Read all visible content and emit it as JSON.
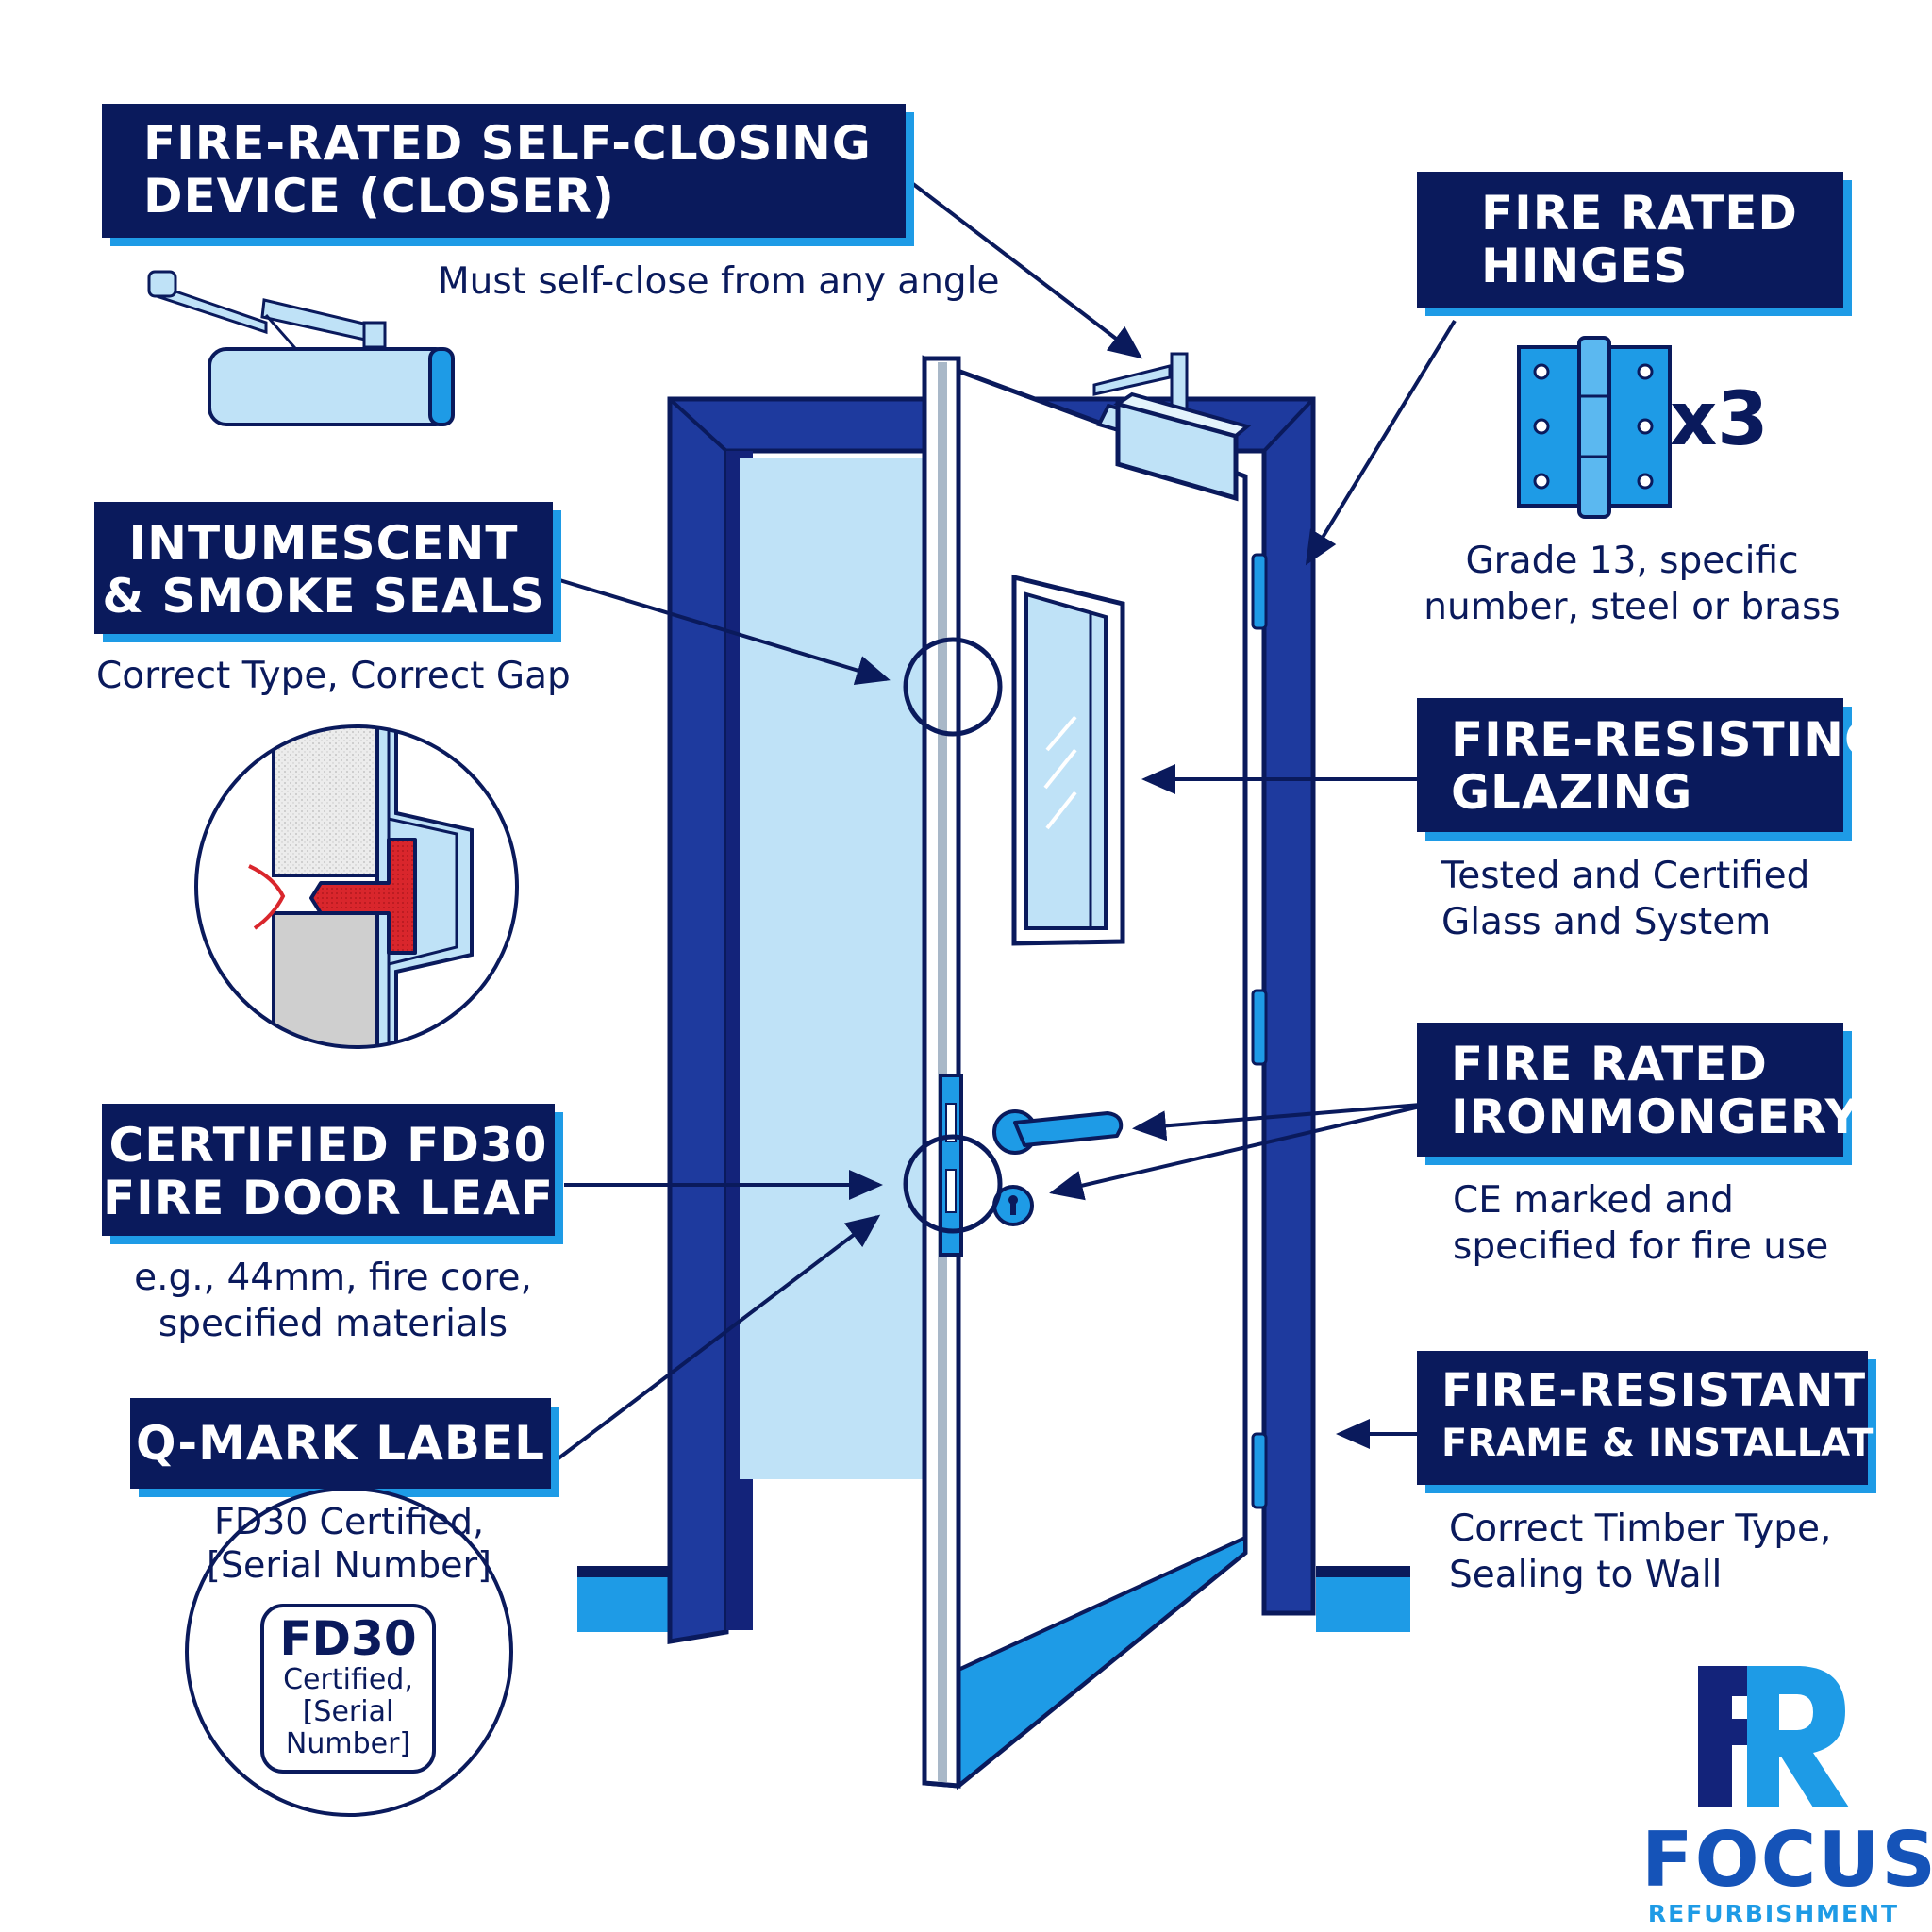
{
  "callouts": {
    "closer": {
      "title": [
        "FIRE-RATED SELF-CLOSING",
        "DEVICE (CLOSER)"
      ],
      "caption": [
        "Must self-close from any angle"
      ]
    },
    "hinges": {
      "title": [
        "FIRE RATED",
        "HINGES"
      ],
      "quantity": "x3",
      "caption": [
        "Grade 13, specific",
        "number, steel or brass"
      ]
    },
    "seals": {
      "title": [
        "INTUMESCENT",
        "& SMOKE SEALS"
      ],
      "caption": [
        "Correct Type, Correct Gap"
      ]
    },
    "glazing": {
      "title": [
        "FIRE-RESISTING",
        "GLAZING"
      ],
      "caption": [
        "Tested and Certified",
        "Glass and System"
      ]
    },
    "leaf": {
      "title": [
        "CERTIFIED FD30",
        "FIRE DOOR LEAF"
      ],
      "caption": [
        "e.g., 44mm, fire core,",
        "specified materials"
      ]
    },
    "ironmongery": {
      "title": [
        "FIRE RATED",
        "IRONMONGERY"
      ],
      "caption": [
        "CE marked and",
        "specified for fire use"
      ]
    },
    "qmark": {
      "title": [
        "Q-MARK LABEL"
      ],
      "label_text": [
        "FD30 Certified,",
        "[Serial Number]"
      ],
      "badge": {
        "big": "FD30",
        "small": [
          "Certified,",
          "[Serial",
          "Number]"
        ]
      }
    },
    "frame": {
      "title": [
        "FIRE-RESISTANT",
        "FRAME & INSTALLATION"
      ],
      "caption": [
        "Correct Timber Type,",
        "Sealing to Wall"
      ]
    }
  },
  "logo": {
    "brand": "FOCUS",
    "sub": "REFURBISHMENT"
  },
  "colors": {
    "navy": "#0a1a5c",
    "frame_blue": "#1e3a9e",
    "accent_blue": "#1e9be6",
    "light_blue": "#bfe2f7",
    "seal_red": "#d9262c"
  }
}
